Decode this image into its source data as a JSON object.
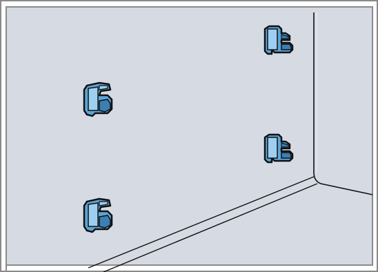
{
  "illustration": {
    "subject": "appliance-interior-corner",
    "colors": {
      "frame": "#8a8a8a",
      "wall": "#d6dae3",
      "line": "#1a1a1a",
      "bracket_fill": "#5ba6d9",
      "bracket_light": "#9fcff0",
      "bracket_dark": "#3c7fb3"
    },
    "parts": [
      {
        "name": "bracket-top-right",
        "type": "clip-open-right"
      },
      {
        "name": "bracket-mid-right",
        "type": "clip-open-right"
      },
      {
        "name": "bracket-upper-left",
        "type": "clip-open-left"
      },
      {
        "name": "bracket-lower-left",
        "type": "clip-open-left"
      }
    ]
  }
}
